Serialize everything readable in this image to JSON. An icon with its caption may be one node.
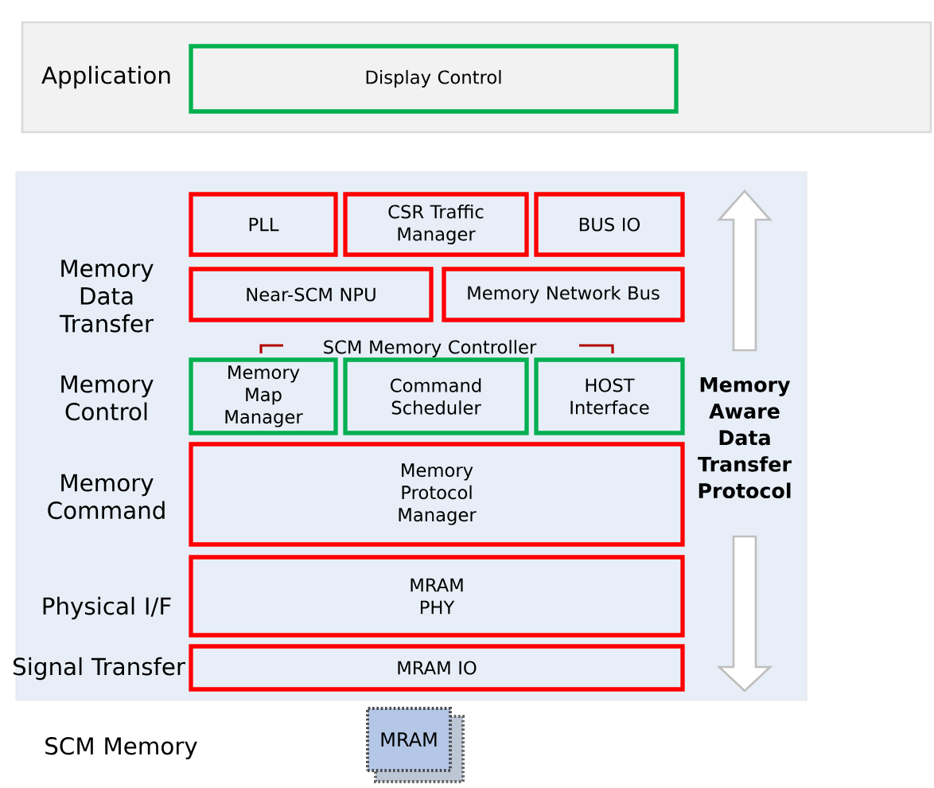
{
  "diagram": {
    "nodes": [
      {
        "text": [
          "Application"
        ]
      },
      {
        "text": [
          "Display Control"
        ],
        "in": 0
      },
      {
        "text": [],
        "shape": "box"
      },
      {
        "text": [
          "PLL"
        ],
        "in": 2
      },
      {
        "text": [
          "CSR Traffic Manager"
        ],
        "in": 2
      },
      {
        "text": [
          "BUS IO"
        ],
        "in": 2
      },
      {
        "text": [
          "Near-SCM NPU"
        ],
        "in": 2
      },
      {
        "text": [
          "Memory Network Bus"
        ],
        "in": 2
      },
      {
        "text": [
          "Memory Map Manager"
        ],
        "in": 2
      },
      {
        "text": [
          "Command Scheduler"
        ],
        "in": 2
      },
      {
        "text": [
          "HOST Interface"
        ],
        "in": 2
      },
      {
        "text": [
          "Memory Protocol Manager"
        ],
        "in": 2
      },
      {
        "text": [
          "MRAM PHY"
        ],
        "in": 2
      },
      {
        "text": [
          "MRAM IO"
        ],
        "in": 2
      },
      {
        "text": [
          "MRAM"
        ]
      }
    ],
    "labels": [
      "Memory Data Transfer",
      "SCM Memory Controller",
      "Memory Control",
      "Memory Aware Data Transfer Protocol",
      "Memory Command",
      "Physical I/F",
      "Signal Transfer",
      "SCM Memory"
    ]
  }
}
